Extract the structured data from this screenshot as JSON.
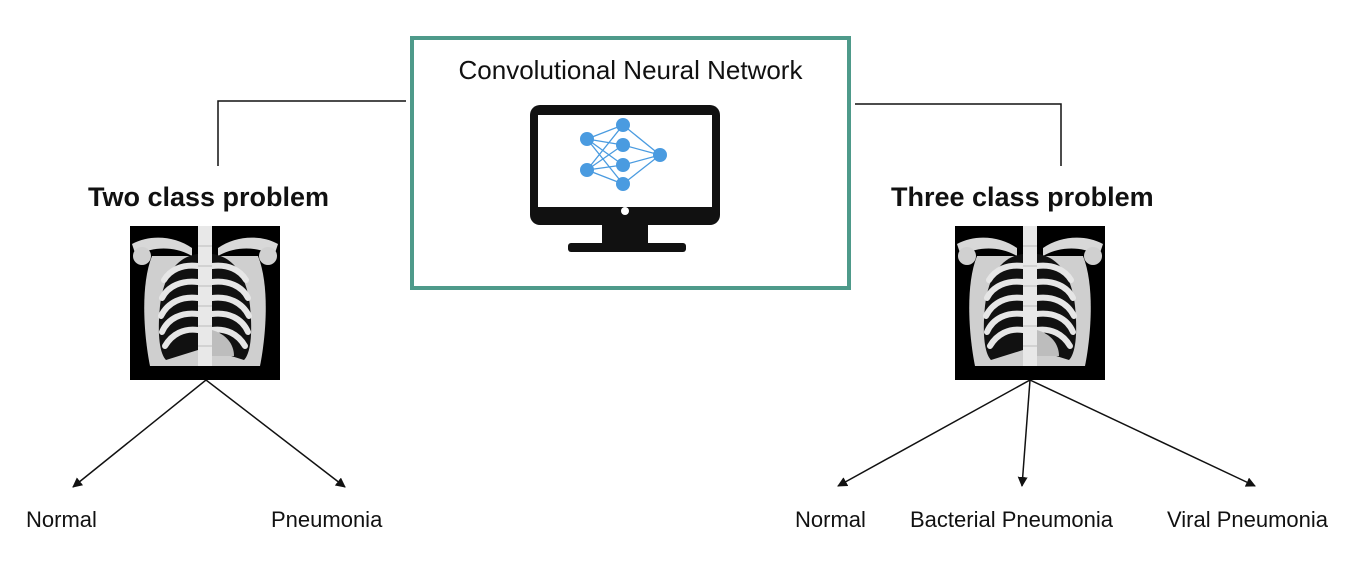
{
  "network": {
    "title": "Convolutional Neural Network",
    "icon": "monitor-with-neural-network-icon",
    "border_color": "#4e9a8a",
    "node_color": "#4a9be0"
  },
  "two_class": {
    "title": "Two class problem",
    "image_icon": "chest-xray-icon",
    "outputs": [
      "Normal",
      "Pneumonia"
    ]
  },
  "three_class": {
    "title": "Three  class problem",
    "image_icon": "chest-xray-icon",
    "outputs": [
      "Normal",
      "Bacterial Pneumonia",
      "Viral Pneumonia"
    ]
  }
}
